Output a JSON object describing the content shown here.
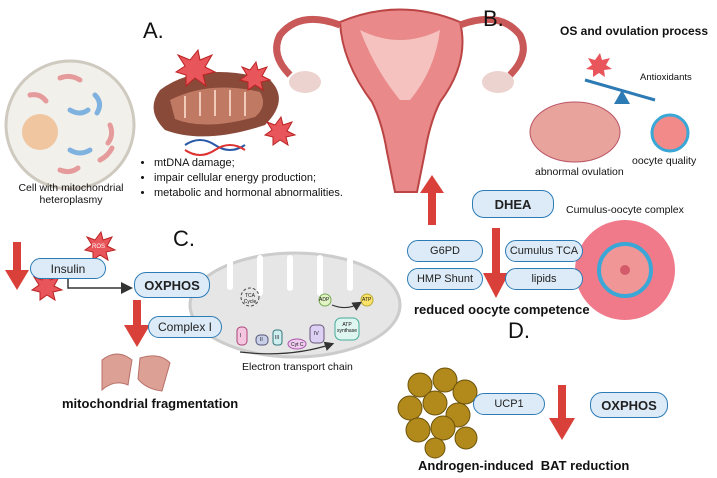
{
  "panel_a": {
    "letter": "A.",
    "cell_label": "Cell with mitochondrial heteroplasmy",
    "ros": "ROS",
    "bullets": [
      "mtDNA damage;",
      "impair cellular energy production;",
      "metabolic and hormonal abnormalities."
    ]
  },
  "panel_b": {
    "letter": "B.",
    "title": "OS and ovulation process",
    "antioxidants": "Antioxidants",
    "abnormal_ovulation": "abnormal ovulation",
    "oocyte_quality": "oocyte quality",
    "dhea": "DHEA",
    "cumulus_complex": "Cumulus-oocyte complex",
    "pills": [
      "G6PD",
      "HMP Shunt",
      "Cumulus TCA",
      "lipids"
    ],
    "result": "reduced oocyte competence"
  },
  "panel_c": {
    "letter": "C.",
    "insulin": "Insulin",
    "oxphos": "OXPHOS",
    "complex1": "Complex I",
    "etc_label": "Electron transport chain",
    "tca": "TCA Cycle",
    "adp": "ADP",
    "atp": "ATP",
    "atp_synthase": "ATP synthase",
    "complexes": [
      "I",
      "II",
      "III",
      "Cyt C",
      "IV"
    ],
    "result": "mitochondrial fragmentation"
  },
  "panel_d": {
    "letter": "D.",
    "ucp1": "UCP1",
    "oxphos": "OXPHOS",
    "result": "Androgen-induced  BAT reduction"
  },
  "colors": {
    "arrow": "#d9403a",
    "pill_fill": "#dcebf7",
    "pill_border": "#2d7bb5",
    "ros": "#e8555a"
  }
}
